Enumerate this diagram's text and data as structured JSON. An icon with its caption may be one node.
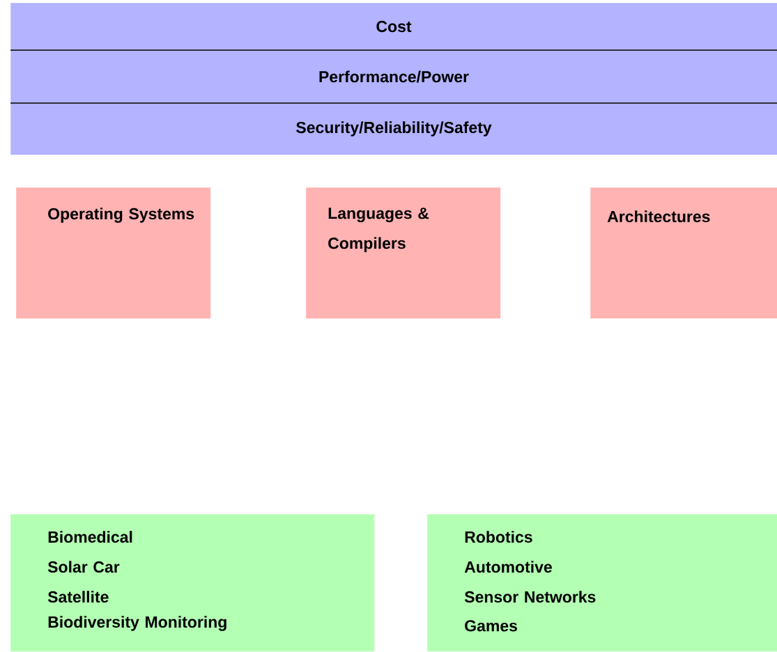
{
  "diagram": {
    "nodes": [
      {
        "text": [
          "Cost"
        ]
      },
      {
        "text": [
          "Performance/Power"
        ]
      },
      {
        "text": [
          "Security/Reliability/Safety"
        ]
      },
      {
        "text": [
          "Operating Systems"
        ]
      },
      {
        "text": [
          "Languages & Compilers"
        ]
      },
      {
        "text": [
          "Architectures"
        ]
      },
      {
        "text": [
          "Biomedical",
          "Solar Car",
          "Satellite",
          "Biodiversity Monitoring"
        ]
      },
      {
        "text": [
          "Robotics",
          "Automotive",
          "Sensor Networks",
          "Games"
        ]
      }
    ]
  }
}
